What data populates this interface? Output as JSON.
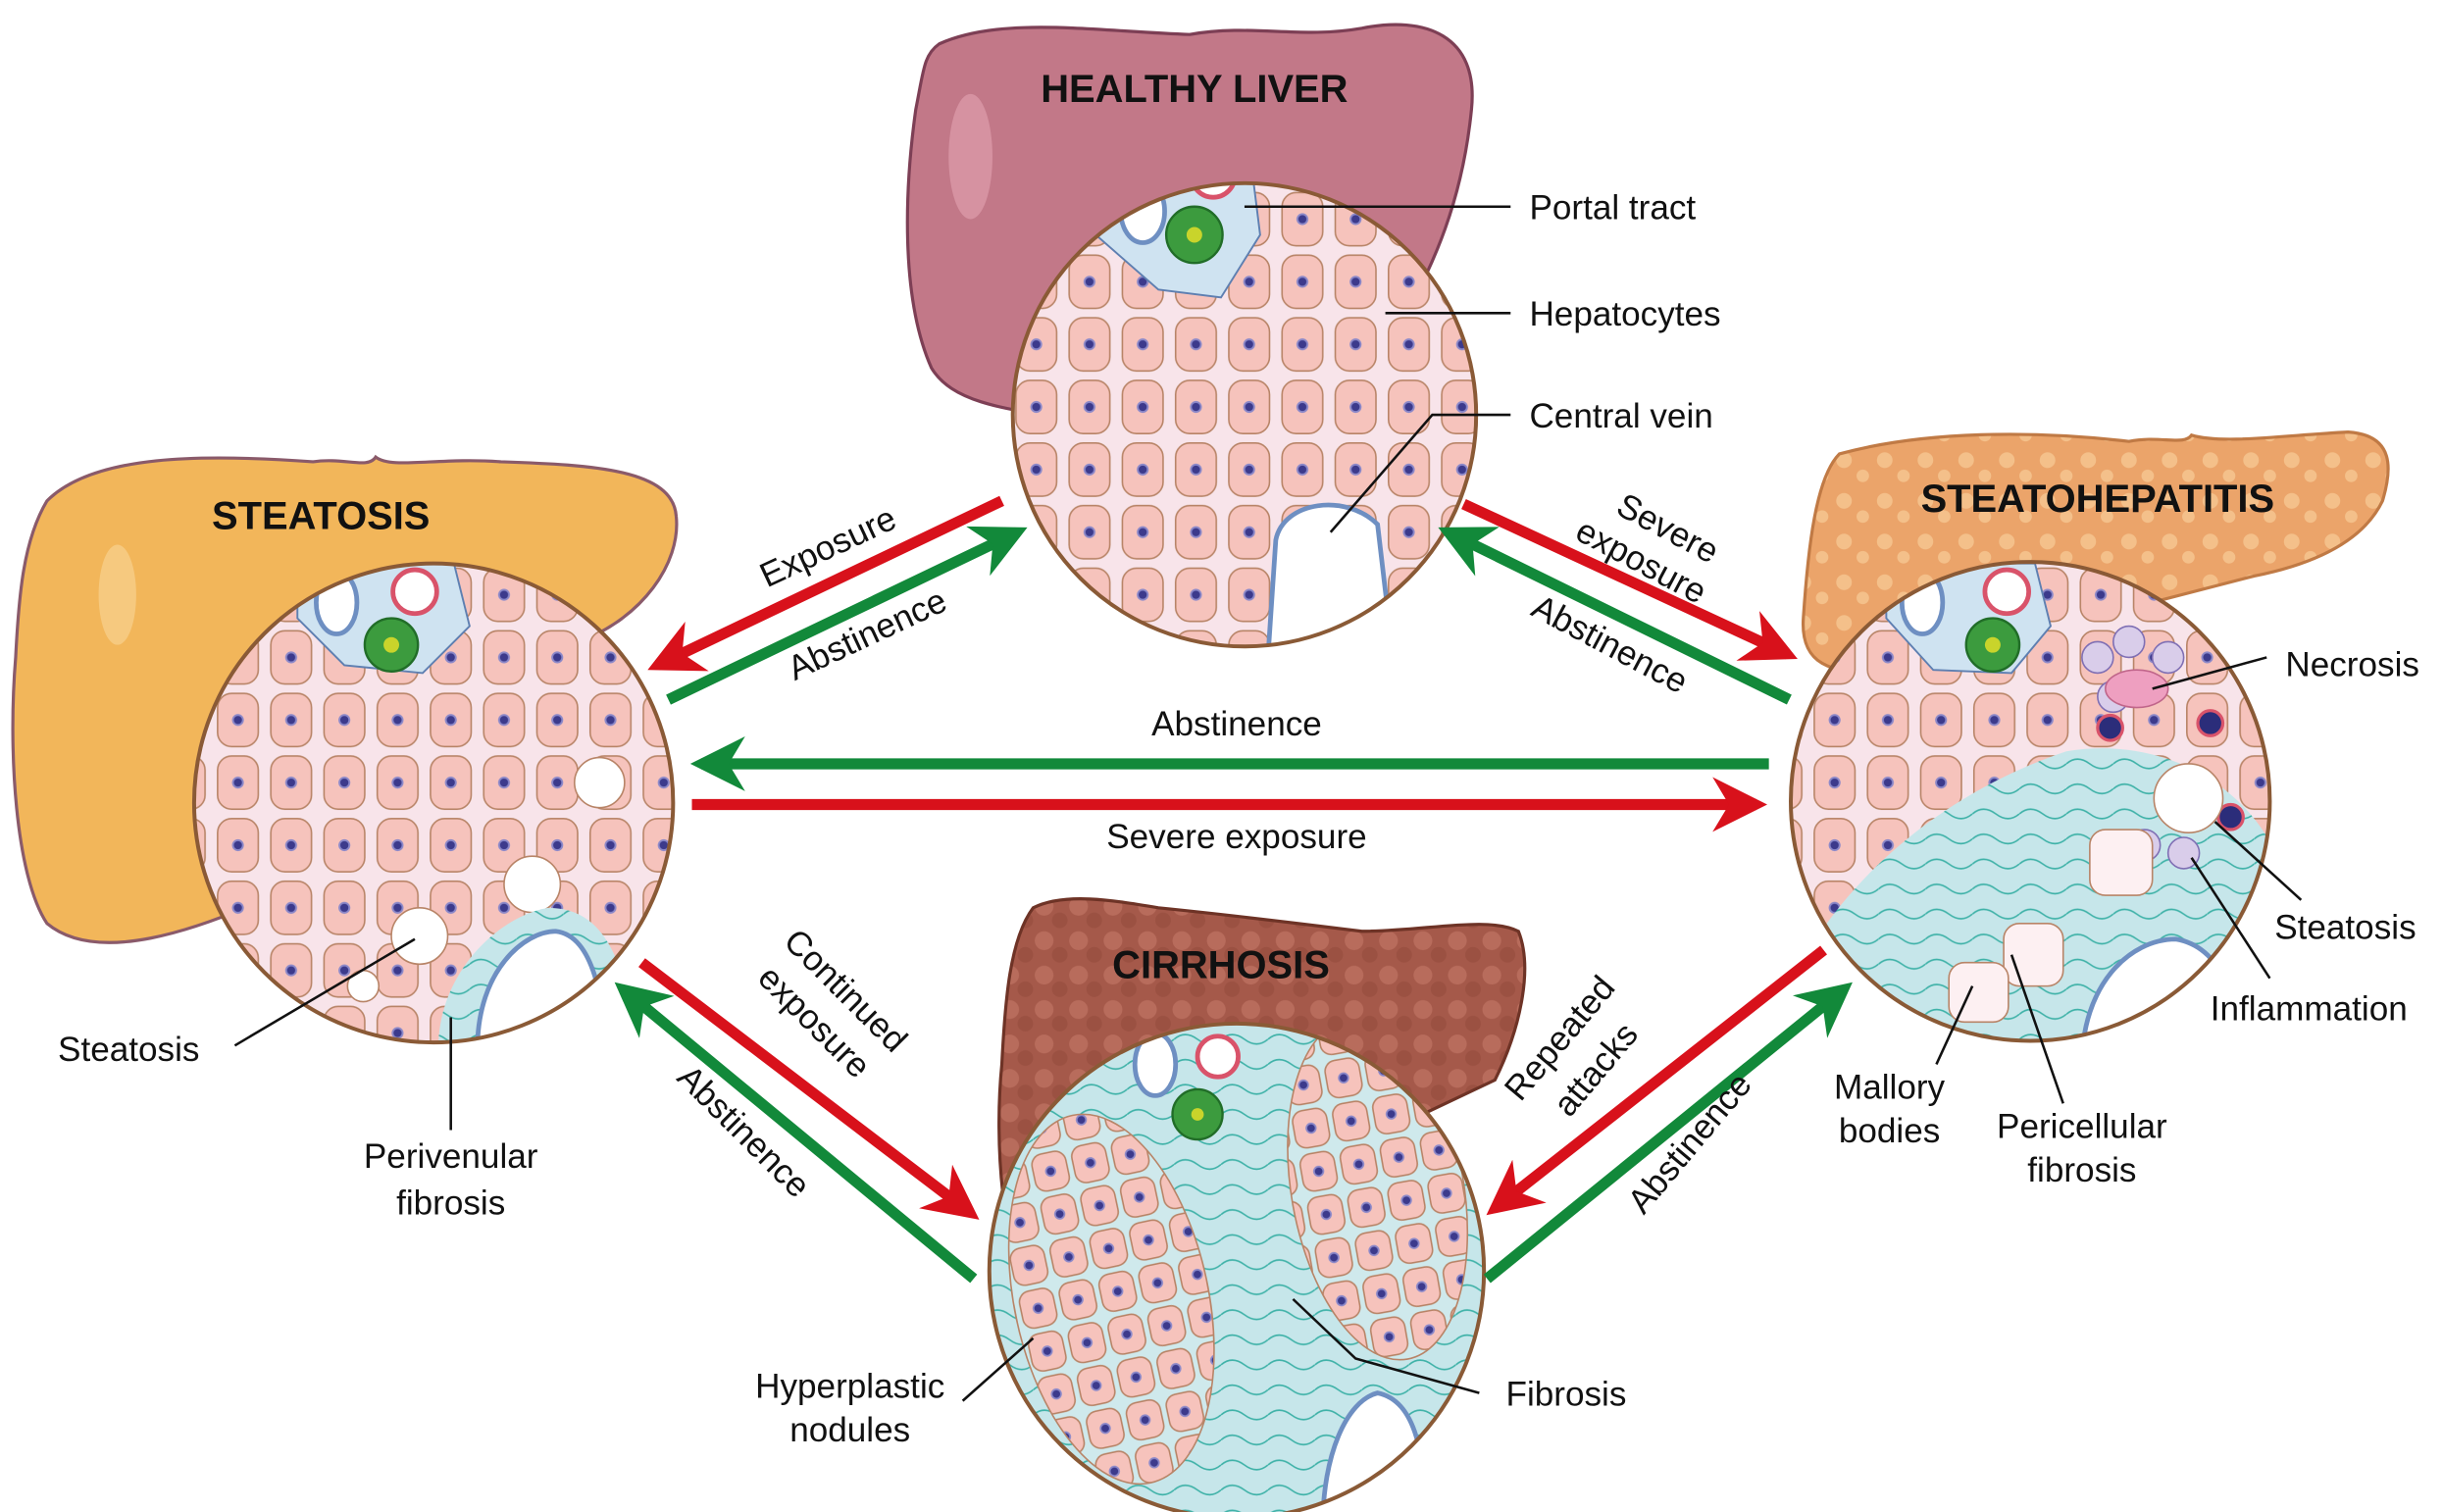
{
  "colors": {
    "exposure_arrow": "#d8111b",
    "abstinence_arrow": "#12893a",
    "healthy_liver": "#c27888",
    "steatosis_liver": "#f2b65a",
    "steatohepatitis_liver": "#eba46a",
    "cirrhosis_liver": "#a5594a",
    "hepatocyte": "#f6c3bc",
    "fibrosis_bg": "#bfe3e8",
    "portal_tract": "#cfe3f1"
  },
  "stages": {
    "healthy": {
      "title": "HEALTHY LIVER",
      "labels": [
        "Portal tract",
        "Hepatocytes",
        "Central vein"
      ]
    },
    "steatosis": {
      "title": "STEATOSIS",
      "labels": [
        "Steatosis",
        "Perivenular",
        "fibrosis"
      ]
    },
    "steatohepatitis": {
      "title": "STEATOHEPATITIS",
      "labels": [
        "Necrosis",
        "Steatosis",
        "Inflammation",
        "Mallory",
        "bodies",
        "Pericellular",
        "fibrosis"
      ]
    },
    "cirrhosis": {
      "title": "CIRRHOSIS",
      "labels": [
        "Hyperplastic",
        "nodules",
        "Fibrosis"
      ]
    }
  },
  "transitions": {
    "healthy_to_steatosis": "Exposure",
    "steatosis_to_healthy": "Abstinence",
    "healthy_to_steatohepatitis_1": "Severe",
    "healthy_to_steatohepatitis_2": "exposure",
    "steatohepatitis_to_healthy": "Abstinence",
    "steatohepatitis_to_steatosis": "Abstinence",
    "steatosis_to_steatohepatitis": "Severe exposure",
    "steatosis_to_cirrhosis_1": "Continued",
    "steatosis_to_cirrhosis_2": "exposure",
    "cirrhosis_to_steatosis": "Abstinence",
    "steatohepatitis_to_cirrhosis_1": "Repeated",
    "steatohepatitis_to_cirrhosis_2": "attacks",
    "cirrhosis_to_steatohepatitis": "Abstinence"
  }
}
